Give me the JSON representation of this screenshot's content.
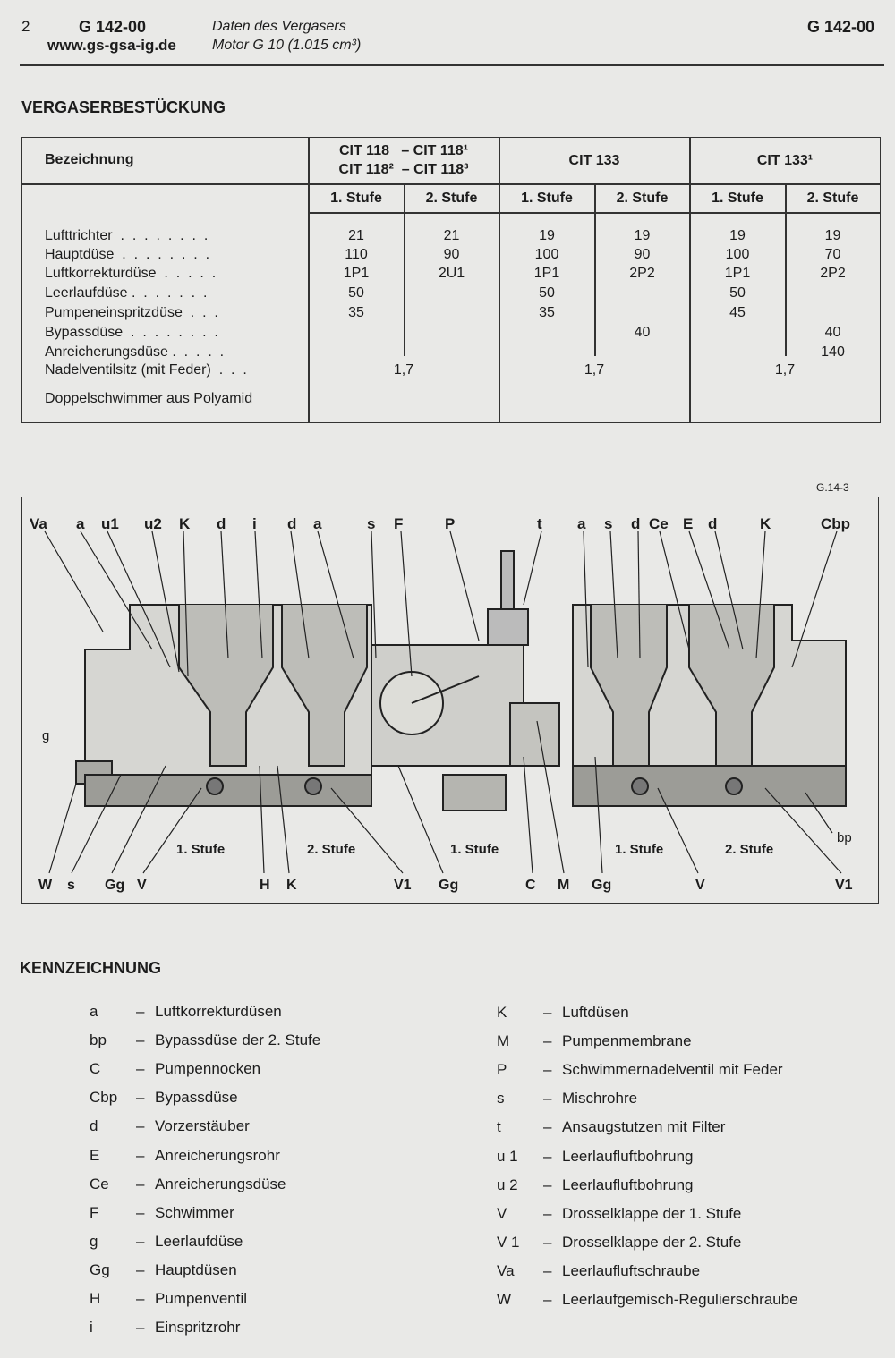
{
  "header": {
    "page_number": "2",
    "doc_code_left": "G 142-00",
    "website": "www.gs-gsa-ig.de",
    "subtitle_line1": "Daten des Vergasers",
    "subtitle_line2": "Motor G 10 (1.015 cm³)",
    "doc_code_right": "G 142-00"
  },
  "section1_title": "VERGASERBESTÜCKUNG",
  "table": {
    "label_header": "Bezeichnung",
    "group_headers": [
      {
        "line1": "CIT 118   – CIT 118¹",
        "line2": "CIT 118²  – CIT 118³"
      },
      {
        "line1": "CIT 133",
        "line2": ""
      },
      {
        "line1": "CIT 133¹",
        "line2": ""
      }
    ],
    "stage_headers": [
      "1. Stufe",
      "2. Stufe",
      "1. Stufe",
      "2. Stufe",
      "1. Stufe",
      "2. Stufe"
    ],
    "rows": [
      {
        "label": "Lufttrichter  .  .  .  .  .  .  .  .",
        "values": [
          "21",
          "21",
          "19",
          "19",
          "19",
          "19"
        ]
      },
      {
        "label": "Hauptdüse  .  .  .  .  .  .  .  .",
        "values": [
          "110",
          "90",
          "100",
          "90",
          "100",
          "70"
        ]
      },
      {
        "label": "Luftkorrekturdüse  .  .  .  .  .",
        "values": [
          "1P1",
          "2U1",
          "1P1",
          "2P2",
          "1P1",
          "2P2"
        ]
      },
      {
        "label": "Leerlaufdüse .  .  .  .  .  .  .",
        "values": [
          "50",
          "",
          "50",
          "",
          "50",
          ""
        ]
      },
      {
        "label": "Pumpeneinspritzdüse  .  .  .",
        "values": [
          "35",
          "",
          "35",
          "",
          "45",
          ""
        ]
      },
      {
        "label": "Bypassdüse  .  .  .  .  .  .  .  .",
        "values": [
          "",
          "",
          "",
          "40",
          "",
          "40"
        ]
      },
      {
        "label": "Anreicherungsdüse .  .  .  .  .",
        "values": [
          "",
          "",
          "",
          "",
          "",
          "140"
        ]
      },
      {
        "label": "Nadelventilsitz (mit Feder)  .  .  .",
        "values_merged": [
          "1,7",
          "1,7",
          "1,7"
        ]
      }
    ],
    "footer_note": "Doppelschwimmer aus Polyamid"
  },
  "diagram": {
    "ref": "G.14-3",
    "top_letters_left": [
      "Va",
      "a",
      "u1",
      "u2",
      "K",
      "d",
      "i",
      "d",
      "a",
      "s",
      "F",
      "P",
      "t"
    ],
    "top_letters_right": [
      "a",
      "s",
      "d",
      "Ce",
      "E",
      "d",
      "K",
      "Cbp"
    ],
    "side_left": "g",
    "side_right": "bp",
    "stage_labels": [
      "1. Stufe",
      "2. Stufe",
      "1. Stufe",
      "1. Stufe",
      "2. Stufe"
    ],
    "bottom_letters": [
      "W",
      "s",
      "Gg",
      "V",
      "H",
      "K",
      "V1",
      "Gg",
      "C",
      "M",
      "Gg",
      "V",
      "V1"
    ]
  },
  "section2_title": "KENNZEICHNUNG",
  "legend_left": [
    {
      "key": "a",
      "desc": "Luftkorrekturdüsen"
    },
    {
      "key": "bp",
      "desc": "Bypassdüse der 2. Stufe"
    },
    {
      "key": "C",
      "desc": "Pumpennocken"
    },
    {
      "key": "Cbp",
      "desc": "Bypassdüse"
    },
    {
      "key": "d",
      "desc": "Vorzerstäuber"
    },
    {
      "key": "E",
      "desc": "Anreicherungsrohr"
    },
    {
      "key": "Ce",
      "desc": "Anreicherungsdüse"
    },
    {
      "key": "F",
      "desc": "Schwimmer"
    },
    {
      "key": "g",
      "desc": "Leerlaufdüse"
    },
    {
      "key": "Gg",
      "desc": "Hauptdüsen"
    },
    {
      "key": "H",
      "desc": "Pumpenventil"
    },
    {
      "key": "i",
      "desc": "Einspritzrohr"
    }
  ],
  "legend_right": [
    {
      "key": "K",
      "desc": "Luftdüsen"
    },
    {
      "key": "M",
      "desc": "Pumpenmembrane"
    },
    {
      "key": "P",
      "desc": "Schwimmernadelventil mit Feder"
    },
    {
      "key": "s",
      "desc": "Mischrohre"
    },
    {
      "key": "t",
      "desc": "Ansaugstutzen mit Filter"
    },
    {
      "key": "u 1",
      "desc": "Leerlaufluftbohrung"
    },
    {
      "key": "u 2",
      "desc": "Leerlaufluftbohrung"
    },
    {
      "key": "V",
      "desc": "Drosselklappe der 1. Stufe"
    },
    {
      "key": "V 1",
      "desc": "Drosselklappe der 2. Stufe"
    },
    {
      "key": "Va",
      "desc": "Leerlaufluftschraube"
    },
    {
      "key": "W",
      "desc": "Leerlaufgemisch-Regulierschraube"
    }
  ],
  "legend_dash": "–"
}
